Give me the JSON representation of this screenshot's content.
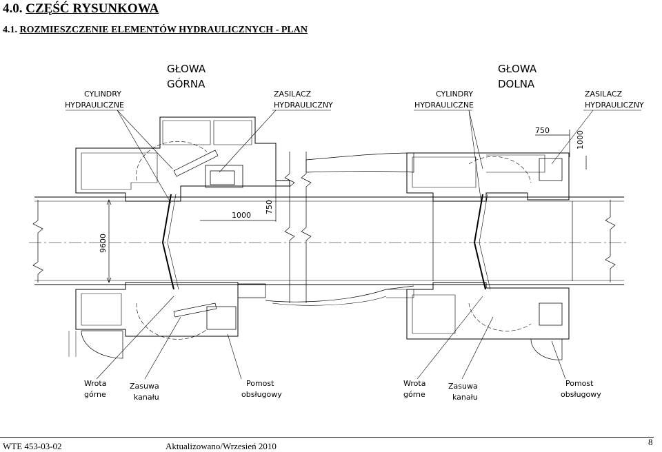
{
  "heading": {
    "number": "4.0.",
    "title": "CZĘŚĆ RYSUNKOWA"
  },
  "subheading": {
    "number": "4.1.",
    "title": "ROZMIESZCZENIE ELEMENTÓW HYDRAULICZNYCH - PLAN"
  },
  "drawing": {
    "upper_head": {
      "line1": "GŁOWA",
      "line2": "GÓRNA"
    },
    "lower_head": {
      "line1": "GŁOWA",
      "line2": "DOLNA"
    },
    "cylinders": {
      "line1": "CYLINDRY",
      "line2": "HYDRAULICZNE"
    },
    "power_unit": {
      "line1": "ZASILACZ",
      "line2": "HYDRAULICZNY"
    },
    "gate": {
      "line1": "Wrota",
      "line2": "górne"
    },
    "gate_lower": {
      "line1": "Wrota",
      "line2": "górne"
    },
    "valve": {
      "line1": "Zasuwa",
      "line2": "kanału"
    },
    "platform": {
      "line1": "Pomost",
      "line2": "obsługowy"
    },
    "dimensions": {
      "d1000": "1000",
      "d750": "750",
      "d9600": "9600"
    }
  },
  "footer": {
    "doc_code": "WTE 453-03-02",
    "updated": "Aktualizowano/Wrzesień 2010",
    "page": "8"
  }
}
